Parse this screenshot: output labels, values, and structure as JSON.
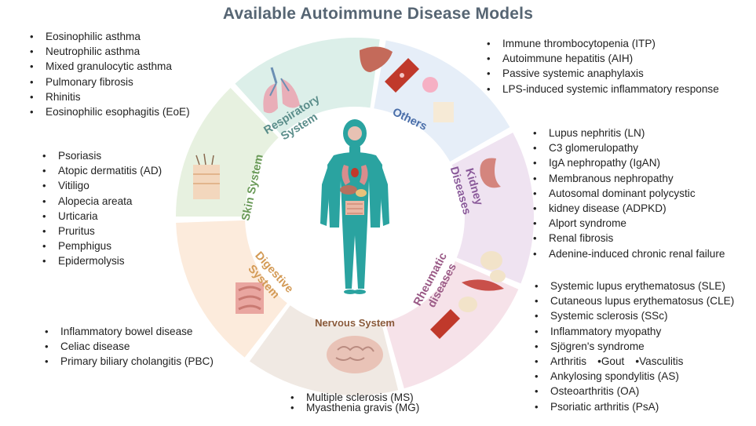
{
  "title": "Available Autoimmune Disease Models",
  "segments": {
    "respiratory": {
      "line1": "Respiratory",
      "line2": "System",
      "fill": "#dcefe9",
      "text_color": "#5a8d8a"
    },
    "others": {
      "line1": "Others",
      "fill": "#e6eef8",
      "text_color": "#4a6ea9"
    },
    "kidney": {
      "line1": "Kidney",
      "line2": "Diseases",
      "fill": "#efe3f1",
      "text_color": "#8a5a9a"
    },
    "rheumatic": {
      "line1": "Rheumatic",
      "line2": "diseases",
      "fill": "#f6e2e9",
      "text_color": "#9a5a86"
    },
    "nervous": {
      "line1": "Nervous System",
      "fill": "#f0e9e3",
      "text_color": "#8a5a3a"
    },
    "digestive": {
      "line1": "Digestive",
      "line2": "System",
      "fill": "#fcebdc",
      "text_color": "#d39a55"
    },
    "skin": {
      "line1": "Skin System",
      "fill": "#e7f1e0",
      "text_color": "#6a9a58"
    }
  },
  "lists": {
    "respiratory": [
      "Eosinophilic asthma",
      "Neutrophilic asthma",
      "Mixed granulocytic asthma",
      "Pulmonary fibrosis",
      "Rhinitis",
      "Eosinophilic esophagitis (EoE)"
    ],
    "others": [
      "Immune thrombocytopenia (ITP)",
      "Autoimmune hepatitis (AIH)",
      "Passive systemic anaphylaxis",
      "LPS-induced systemic inflammatory response"
    ],
    "kidney": [
      "Lupus nephritis (LN)",
      "C3 glomerulopathy",
      "IgA nephropathy (IgAN)",
      "Membranous nephropathy",
      "Autosomal dominant polycystic",
      "kidney disease (ADPKD)",
      "Alport syndrome",
      "Renal fibrosis",
      "Adenine-induced chronic renal failure"
    ],
    "skin": [
      "Psoriasis",
      "Atopic dermatitis (AD)",
      "Vitiligo",
      "Alopecia areata",
      "Urticaria",
      "Pruritus",
      "Pemphigus",
      "Epidermolysis"
    ],
    "rheumatic": [
      "Systemic lupus erythematosus (SLE)",
      "Cutaneous lupus erythematosus (CLE)",
      "Systemic sclerosis (SSc)",
      "Inflammatory myopathy",
      "Sjögren's syndrome",
      "Arthritis",
      "Ankylosing spondylitis (AS)",
      "Osteoarthritis (OA)",
      "Psoriatic arthritis (PsA)"
    ],
    "rheumatic_inline": [
      "•Gout",
      "•Vasculitis"
    ],
    "digestive": [
      "Inflammatory bowel disease",
      "Celiac disease",
      "Primary biliary cholangitis (PBC)"
    ],
    "nervous": [
      "Multiple sclerosis (MS)",
      "Myasthenia gravis (MG)"
    ]
  },
  "colors": {
    "title": "#566573",
    "body_figure": "#2aa3a0",
    "organ": "#e9b7a4"
  },
  "icons": [
    "lungs-icon",
    "liver-icon",
    "blood-vessel-icon",
    "kidney-icon",
    "joint-bone-icon",
    "muscle-icon",
    "brain-icon",
    "intestine-icon",
    "skin-hair-icon",
    "human-body-icon"
  ]
}
